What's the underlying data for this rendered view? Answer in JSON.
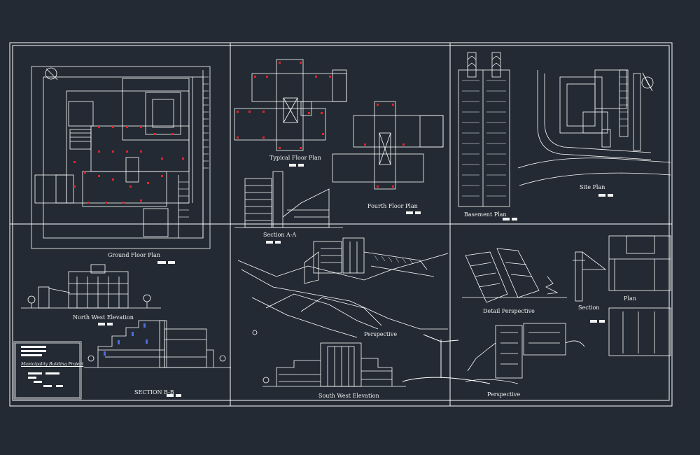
{
  "sheet": {
    "background": "#232a33",
    "line_color": "#ffffff",
    "accent_color": "#e0252a",
    "panel_color": "#4a6fd6"
  },
  "views": {
    "ground_floor_plan": "Ground Floor Plan",
    "typical_floor_plan": "Typical Floor Plan",
    "fourth_floor_plan": "Fourth Floor Plan",
    "basement_plan": "Basement Plan",
    "site_plan": "Site Plan",
    "section_aa": "Section A-A",
    "north_west_elevation": "North West Elevation",
    "perspective_main": "Perspective",
    "detail_perspective": "Detail Perspective",
    "section_detail": "Section",
    "plan_detail": "Plan",
    "section_bb": "SECTION B-B",
    "south_west_elevation": "South West Elevation",
    "perspective_detail": "Perspective"
  },
  "title_block": {
    "project_name": "Municipality Building Project"
  }
}
